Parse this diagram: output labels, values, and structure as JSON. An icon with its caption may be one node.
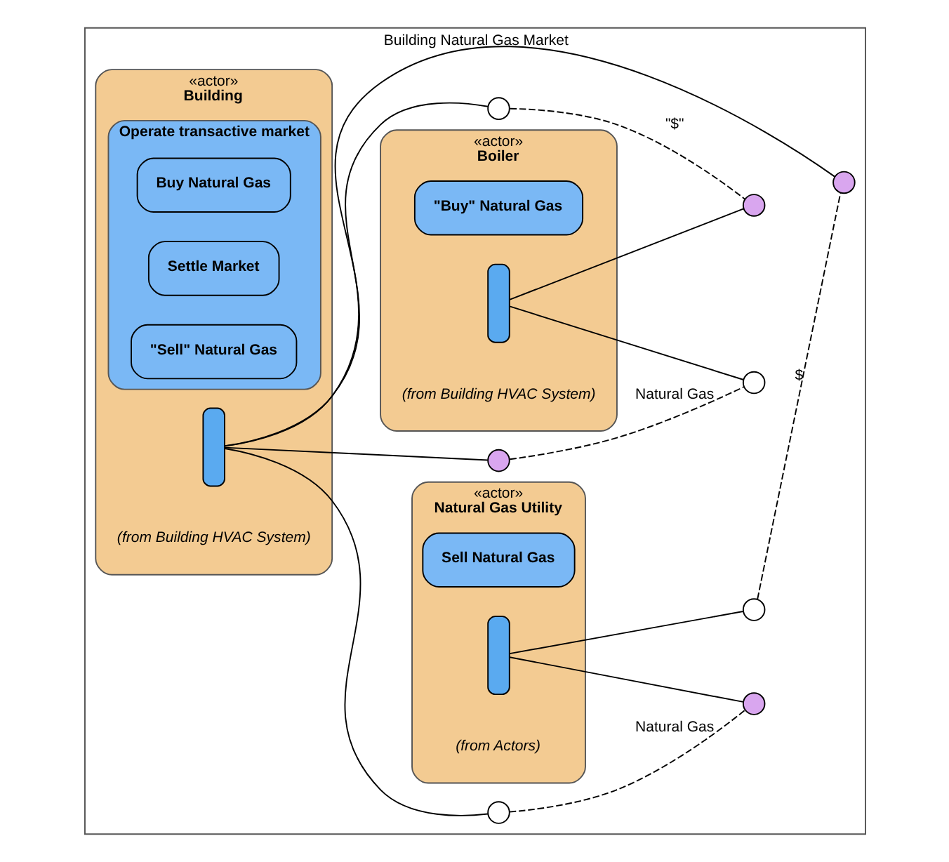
{
  "diagram": {
    "nodes": [
      {
        "text": [
          "Building Natural Gas Market"
        ]
      },
      {
        "text": [
          "«actor»",
          "Building"
        ],
        "in": 0,
        "beside": [
          "(from Building HVAC System)"
        ]
      },
      {
        "text": [
          "Operate transactive market"
        ],
        "in": 1
      },
      {
        "text": [
          "Buy Natural Gas"
        ],
        "in": 2
      },
      {
        "text": [
          "Settle Market"
        ],
        "in": 2
      },
      {
        "text": [
          "\"Sell\" Natural Gas"
        ],
        "in": 2
      },
      {
        "text": [],
        "shape": "box",
        "in": 1
      },
      {
        "text": [
          "«actor»",
          "Natural Gas Utility"
        ],
        "in": 0,
        "beside": [
          "(from Actors)"
        ]
      },
      {
        "text": [
          "Sell Natural Gas"
        ],
        "in": 7
      },
      {
        "text": [],
        "shape": "box",
        "in": 7
      },
      {
        "text": [
          "«actor»",
          "Boiler"
        ],
        "in": 0,
        "beside": [
          "(from Building HVAC System)"
        ]
      },
      {
        "text": [
          "\"Buy\" Natural Gas"
        ],
        "in": 10
      },
      {
        "text": [],
        "shape": "box",
        "in": 10
      },
      {
        "text": [],
        "shape": "circle",
        "in": 0
      },
      {
        "text": [],
        "shape": "arc",
        "in": 0
      },
      {
        "text": [],
        "shape": "arc",
        "in": 0
      },
      {
        "text": [],
        "shape": "circle",
        "in": 0
      },
      {
        "text": [],
        "shape": "circle",
        "in": 0
      },
      {
        "text": [],
        "shape": "arc",
        "in": 0
      },
      {
        "text": [],
        "shape": "arc",
        "in": 0
      },
      {
        "text": [],
        "shape": "circle",
        "in": 0
      }
    ],
    "edges": [
      {
        "from": 6,
        "to": 15,
        "arrow": "none"
      },
      {
        "from": 6,
        "to": 16,
        "arrow": "none"
      },
      {
        "from": 6,
        "to": 17,
        "arrow": "none"
      },
      {
        "from": 6,
        "to": 18,
        "arrow": "none"
      },
      {
        "from": 9,
        "to": 13,
        "arrow": "none"
      },
      {
        "from": 9,
        "to": 14,
        "arrow": "none"
      },
      {
        "from": 12,
        "to": 19,
        "arrow": "none"
      },
      {
        "from": 12,
        "to": 20,
        "arrow": "none"
      },
      {
        "from": 15,
        "to": 13,
        "arrow": "none",
        "style": "dashed",
        "label": "Natural Gas"
      },
      {
        "from": 14,
        "to": 16,
        "arrow": "none",
        "style": "dashed",
        "label": "$"
      },
      {
        "from": 17,
        "to": 19,
        "arrow": "none",
        "style": "dashed",
        "label": "Natural Gas"
      },
      {
        "from": 18,
        "to": 20,
        "arrow": "none",
        "style": "dashed",
        "label": "\"$\""
      }
    ]
  }
}
